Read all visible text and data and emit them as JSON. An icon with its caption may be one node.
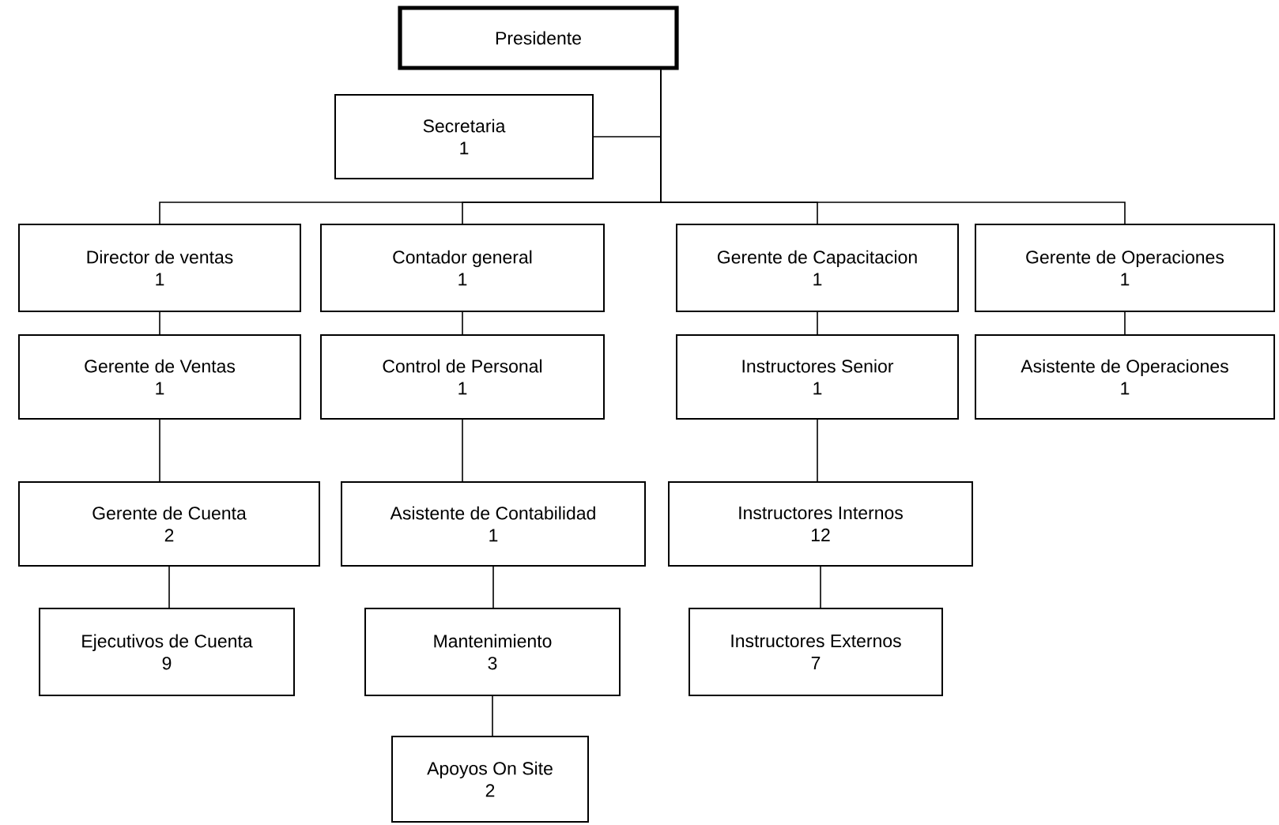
{
  "diagram": {
    "nodes": [
      {
        "text": [
          "Presidente"
        ]
      },
      {
        "text": [
          "Secretaria",
          "1"
        ]
      },
      {
        "text": [
          "Director de ventas",
          "1"
        ]
      },
      {
        "text": [
          "Contador general",
          "1"
        ]
      },
      {
        "text": [
          "Gerente de Capacitacion",
          "1"
        ]
      },
      {
        "text": [
          "Gerente de Operaciones",
          "1"
        ]
      },
      {
        "text": [
          "Gerente de Ventas",
          "1"
        ]
      },
      {
        "text": [
          "Control de Personal",
          "1"
        ]
      },
      {
        "text": [
          "Instructores Senior",
          "1"
        ]
      },
      {
        "text": [
          "Asistente de Operaciones",
          "1"
        ]
      },
      {
        "text": [
          "Gerente de Cuenta",
          "2"
        ]
      },
      {
        "text": [
          "Asistente de Contabilidad",
          "1"
        ]
      },
      {
        "text": [
          "Instructores Internos",
          "12"
        ]
      },
      {
        "text": [
          "Ejecutivos de Cuenta",
          "9"
        ]
      },
      {
        "text": [
          "Mantenimiento",
          "3"
        ]
      },
      {
        "text": [
          "Instructores Externos",
          "7"
        ]
      },
      {
        "text": [
          "Apoyos On Site",
          "2"
        ]
      }
    ],
    "edges": [
      {
        "from": 0,
        "to": 1,
        "arrow": "none"
      },
      {
        "from": 0,
        "to": 2,
        "arrow": "none"
      },
      {
        "from": 0,
        "to": 3,
        "arrow": "none"
      },
      {
        "from": 0,
        "to": 4,
        "arrow": "none"
      },
      {
        "from": 0,
        "to": 5,
        "arrow": "none"
      },
      {
        "from": 2,
        "to": 6,
        "arrow": "none"
      },
      {
        "from": 3,
        "to": 7,
        "arrow": "none"
      },
      {
        "from": 4,
        "to": 8,
        "arrow": "none"
      },
      {
        "from": 5,
        "to": 9,
        "arrow": "none"
      },
      {
        "from": 6,
        "to": 10,
        "arrow": "none"
      },
      {
        "from": 7,
        "to": 11,
        "arrow": "none"
      },
      {
        "from": 8,
        "to": 12,
        "arrow": "none"
      },
      {
        "from": 10,
        "to": 13,
        "arrow": "none"
      },
      {
        "from": 11,
        "to": 14,
        "arrow": "none"
      },
      {
        "from": 12,
        "to": 15,
        "arrow": "none"
      },
      {
        "from": 14,
        "to": 16,
        "arrow": "none"
      }
    ]
  }
}
